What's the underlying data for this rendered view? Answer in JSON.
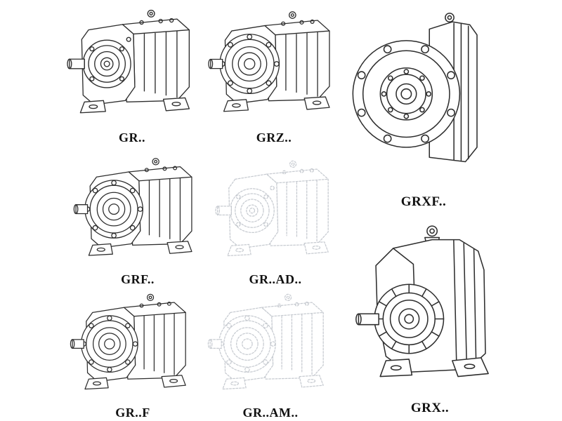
{
  "page": {
    "background_color": "#ffffff",
    "description_colors": {
      "line": "#2e2e2e",
      "ghost_line": "#c7cbd1",
      "label_text": "#111111"
    }
  },
  "models": [
    {
      "id": "gr",
      "label": "GR.."
    },
    {
      "id": "grz",
      "label": "GRZ.."
    },
    {
      "id": "grxf",
      "label": "GRXF.."
    },
    {
      "id": "grf",
      "label": "GRF.."
    },
    {
      "id": "gr-ad",
      "label": "GR..AD.."
    },
    {
      "id": "gr-f",
      "label": "GR..F"
    },
    {
      "id": "gr-am",
      "label": "GR..AM.."
    },
    {
      "id": "grx",
      "label": "GRX.."
    }
  ]
}
